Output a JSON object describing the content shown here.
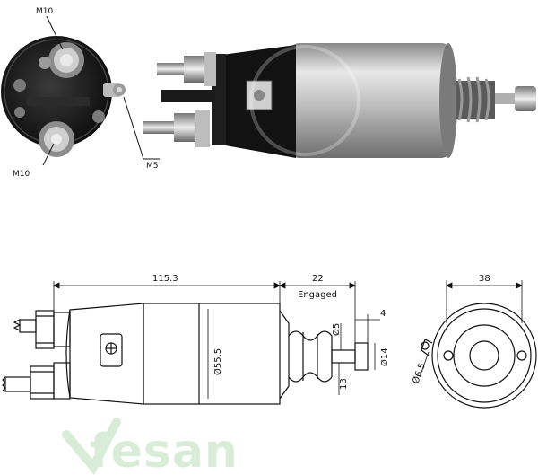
{
  "photo_labels": {
    "terminal_top": "M10",
    "terminal_bottom": "M10",
    "terminal_small": "M5"
  },
  "dimensions": {
    "body_length": "115.3",
    "engaged_travel": "22",
    "engaged_label": "Engaged",
    "body_diameter": "Ø55.5",
    "rear_width": "38",
    "plunger_offset": "4",
    "plunger_dia_small": "Ø5",
    "plunger_dia_large": "Ø14",
    "plunger_length": "13",
    "mount_hole": "Ø6.5"
  },
  "watermark": {
    "text": "fesan",
    "color": "#d8ecd8"
  },
  "colors": {
    "housing_silver": "#b8b8b8",
    "cap_black": "#151515",
    "line": "#111111"
  }
}
